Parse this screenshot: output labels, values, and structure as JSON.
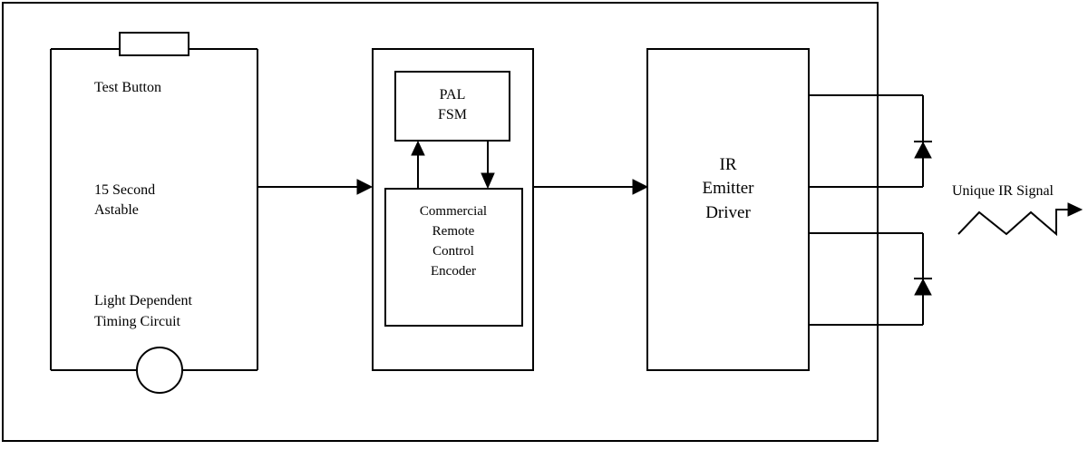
{
  "left_block": {
    "test_button_label": "Test Button",
    "astable_line1": "15 Second",
    "astable_line2": "Astable",
    "timing_line1": "Light Dependent",
    "timing_line2": "Timing Circuit"
  },
  "pal_block": {
    "line1": "PAL",
    "line2": "FSM"
  },
  "encoder_block": {
    "line1": "Commercial",
    "line2": "Remote",
    "line3": "Control",
    "line4": "Encoder"
  },
  "driver_block": {
    "line1": "IR",
    "line2": "Emitter",
    "line3": "Driver"
  },
  "output": {
    "signal_label": "Unique IR Signal"
  }
}
